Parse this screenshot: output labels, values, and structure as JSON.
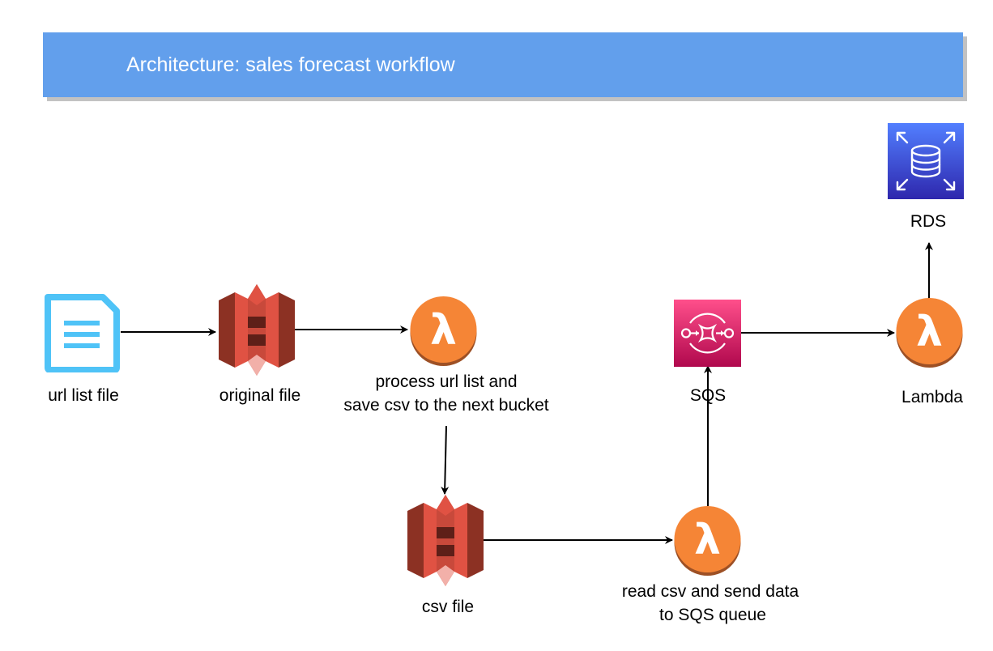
{
  "title": "Architecture: sales forecast workflow",
  "colors": {
    "banner": "#629FEC",
    "s3": "#E05243",
    "lambda": "#F58536",
    "sqs": "#D63B6E",
    "rds": "#3B48CC",
    "doc": "#4FC3F7"
  },
  "nodes": {
    "url_list_file": {
      "label": "url list file",
      "icon": "document-icon"
    },
    "original_file": {
      "label": "original file",
      "icon": "s3-bucket-icon"
    },
    "process_lambda": {
      "label_line1": "process url list and",
      "label_line2": "save csv to the next bucket",
      "icon": "lambda-icon"
    },
    "csv_file": {
      "label": "csv file",
      "icon": "s3-bucket-icon"
    },
    "read_lambda": {
      "label_line1": "read csv and send data",
      "label_line2": "to SQS queue",
      "icon": "lambda-icon"
    },
    "sqs": {
      "label": "SQS",
      "icon": "sqs-icon"
    },
    "lambda": {
      "label": "Lambda",
      "icon": "lambda-icon"
    },
    "rds": {
      "label": "RDS",
      "icon": "rds-database-icon"
    }
  }
}
